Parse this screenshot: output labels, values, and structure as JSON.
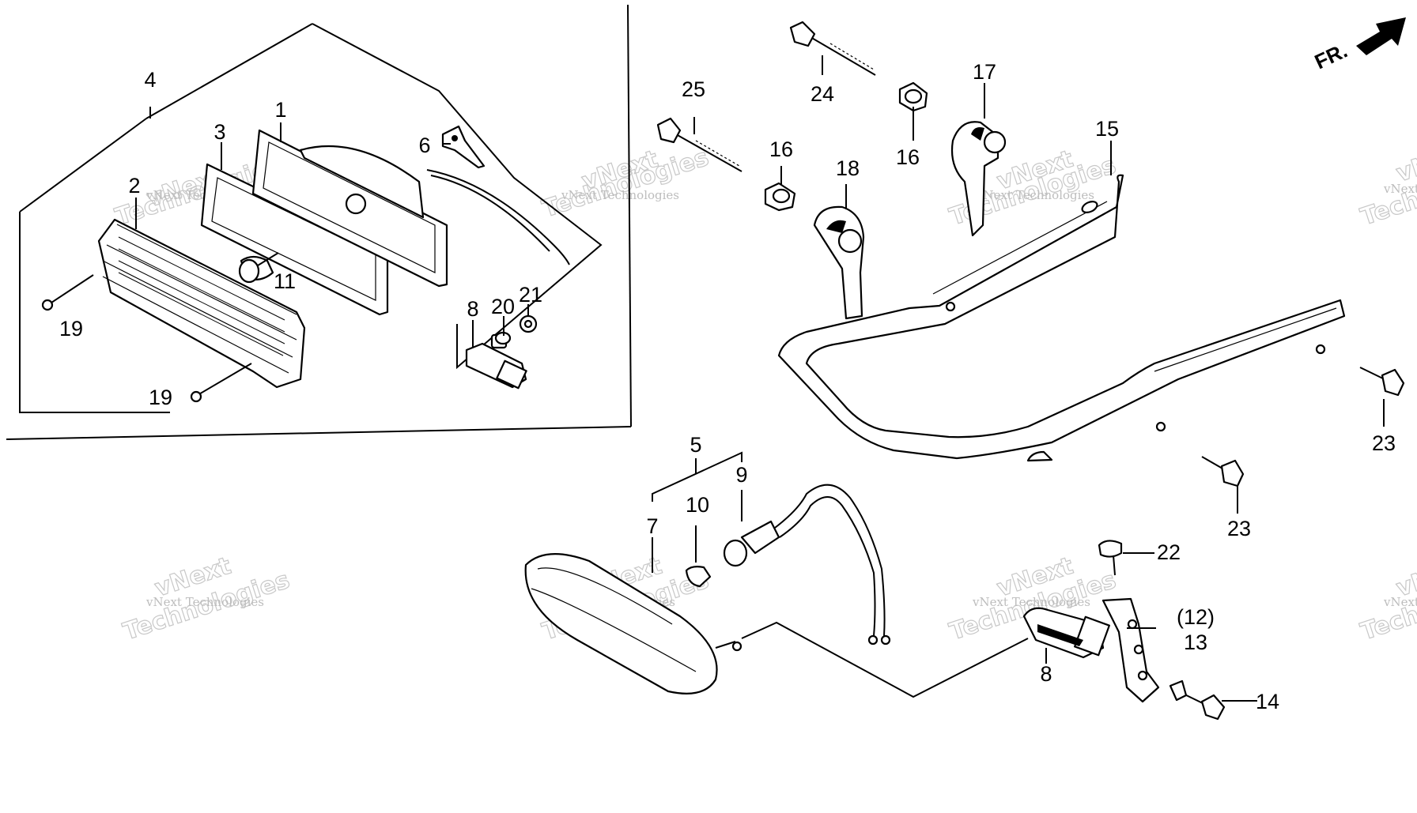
{
  "diagram": {
    "fr_arrow_label": "FR.",
    "callouts": {
      "c1": "1",
      "c2": "2",
      "c3": "3",
      "c4": "4",
      "c5": "5",
      "c6": "6",
      "c7": "7",
      "c8a": "8",
      "c8b": "8",
      "c9": "9",
      "c10": "10",
      "c11": "11",
      "c12": "(12)",
      "c13": "13",
      "c14": "14",
      "c15": "15",
      "c16a": "16",
      "c16b": "16",
      "c17": "17",
      "c18": "18",
      "c19a": "19",
      "c19b": "19",
      "c20": "20",
      "c21": "21",
      "c22": "22",
      "c23a": "23",
      "c23b": "23",
      "c24": "24",
      "c25": "25"
    },
    "watermark": {
      "line1": "vNext Technologies",
      "line2": "Technologies",
      "line3": "vNext"
    }
  }
}
